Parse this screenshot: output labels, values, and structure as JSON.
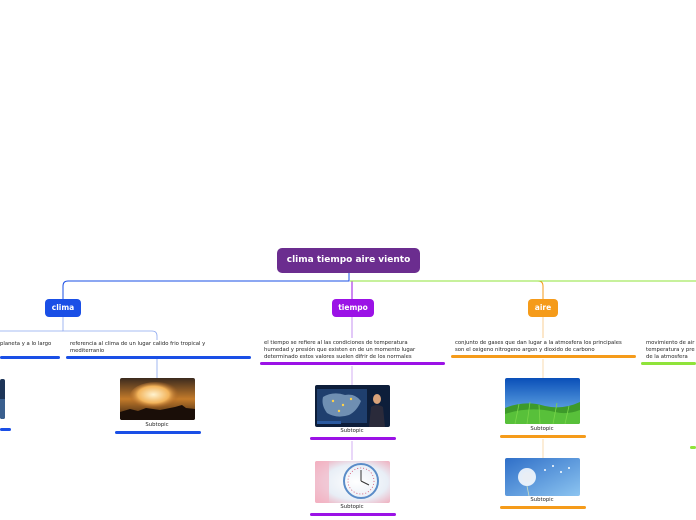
{
  "root": {
    "label": "clima tiempo aire viento"
  },
  "colors": {
    "root": "#6b2d8f",
    "clima": "#1a4fe6",
    "tiempo": "#9b12e6",
    "aire": "#f59b1a",
    "viento": "#8fe33a"
  },
  "branches": {
    "clima": {
      "label": "clima",
      "text1_lines": [
        "planeta y a lo largo"
      ],
      "text2_lines": [
        "referencia al clima de un lugar calido frio tropical y",
        "mediterranio"
      ],
      "subtopic": "Subtopic"
    },
    "tiempo": {
      "label": "tiempo",
      "text_lines": [
        "el tiempo se refiere al las condiciones de temperatura",
        "humedad y presión que existen en de un momento lugar",
        "determinado estos valores  suelen difrir de los normales"
      ],
      "subtopic1": "Subtopic",
      "subtopic2": "Subtopic"
    },
    "aire": {
      "label": "aire",
      "text_lines": [
        "conjunto de gases que dan lugar a la atmosfera los principales",
        "son el oxigeno nitrogeno argon y dioxido de carbono"
      ],
      "subtopic1": "Subtopic",
      "subtopic2": "Subtopic"
    },
    "viento": {
      "text_lines": [
        "movimiento de air",
        "temperatura y pre",
        "de la atmosfera"
      ]
    }
  }
}
